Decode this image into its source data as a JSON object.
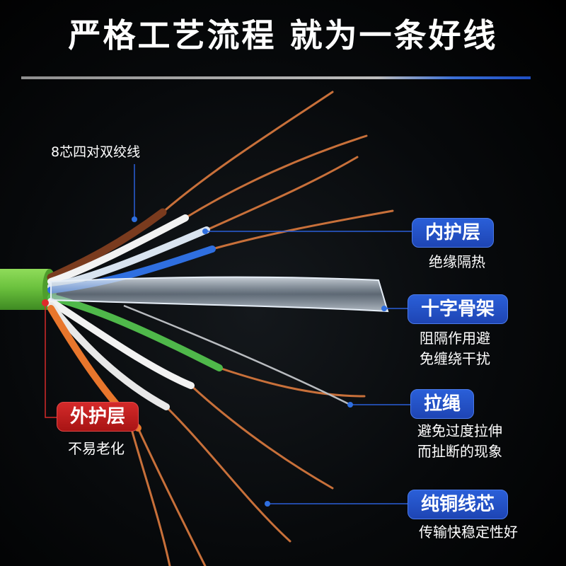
{
  "headline": "严格工艺流程 就为一条好线",
  "colors": {
    "accent_blue": "#1e45b4",
    "accent_red": "#c21e1e",
    "jacket_green": "#6cc23e",
    "copper": "#c8703a",
    "background": "#000000"
  },
  "callouts": {
    "pairs": {
      "title": "8芯四对双绞线"
    },
    "inner_sheath": {
      "title": "内护层",
      "desc": "绝缘隔热"
    },
    "cross_frame": {
      "title": "十字骨架",
      "desc_line1": "阻隔作用避",
      "desc_line2": "免缠绕干扰"
    },
    "pull_cord": {
      "title": "拉绳",
      "desc_line1": "避免过度拉伸",
      "desc_line2": "而扯断的现象"
    },
    "copper_core": {
      "title": "纯铜线芯",
      "desc": "传输快稳定性好"
    },
    "outer_sheath": {
      "title": "外护层",
      "desc": "不易老化"
    }
  }
}
